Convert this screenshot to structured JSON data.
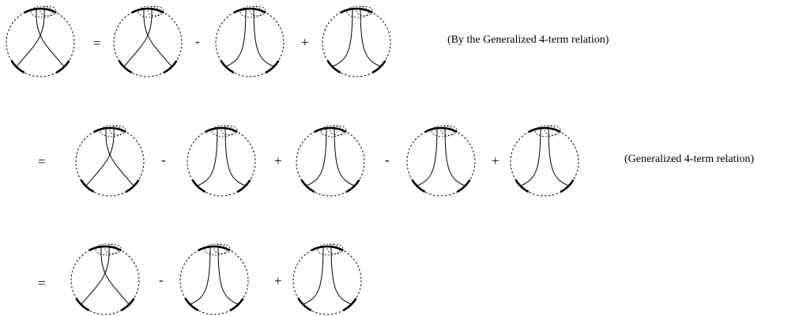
{
  "rows": [
    {
      "operators": [
        "=",
        "-",
        "+"
      ],
      "note": "(By the Generalized 4-term relation)",
      "diagrams": [
        "crossing",
        "crossing",
        "parallel",
        "parallel"
      ]
    },
    {
      "operators": [
        "=",
        "-",
        "+",
        "-",
        "+"
      ],
      "note": "(Generalized 4-term relation)",
      "diagrams": [
        "crossing",
        "parallel",
        "parallel",
        "parallel",
        "parallel"
      ]
    },
    {
      "operators": [
        "=",
        "-",
        "+"
      ],
      "note": "",
      "diagrams": [
        "crossing",
        "parallel",
        "parallel"
      ]
    }
  ]
}
